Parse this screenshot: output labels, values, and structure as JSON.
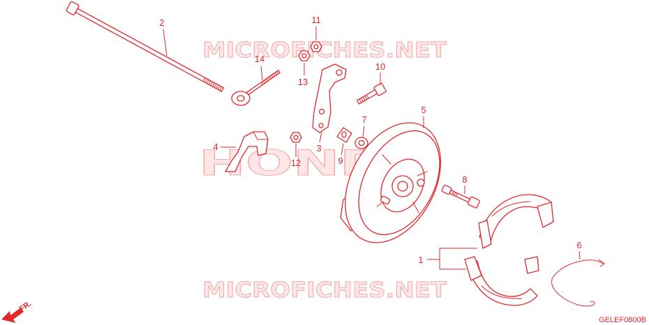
{
  "colors": {
    "line": "#e3262b",
    "watermark_fill": "#fde6e6",
    "watermark_stroke": "#f0a8a8",
    "background": "#ffffff"
  },
  "watermarks": {
    "site_top": "MICROFICHES.NET",
    "brand": "HONDA",
    "site_bottom": "MICROFICHES.NET"
  },
  "callouts": {
    "p1": "1",
    "p2": "2",
    "p3": "3",
    "p4": "4",
    "p5": "5",
    "p6": "6",
    "p7": "7",
    "p8": "8",
    "p9": "9",
    "p10": "10",
    "p11": "11",
    "p12": "12",
    "p13": "13",
    "p14": "14"
  },
  "direction_label": "FR.",
  "diagram_code": "GELEF0800B"
}
